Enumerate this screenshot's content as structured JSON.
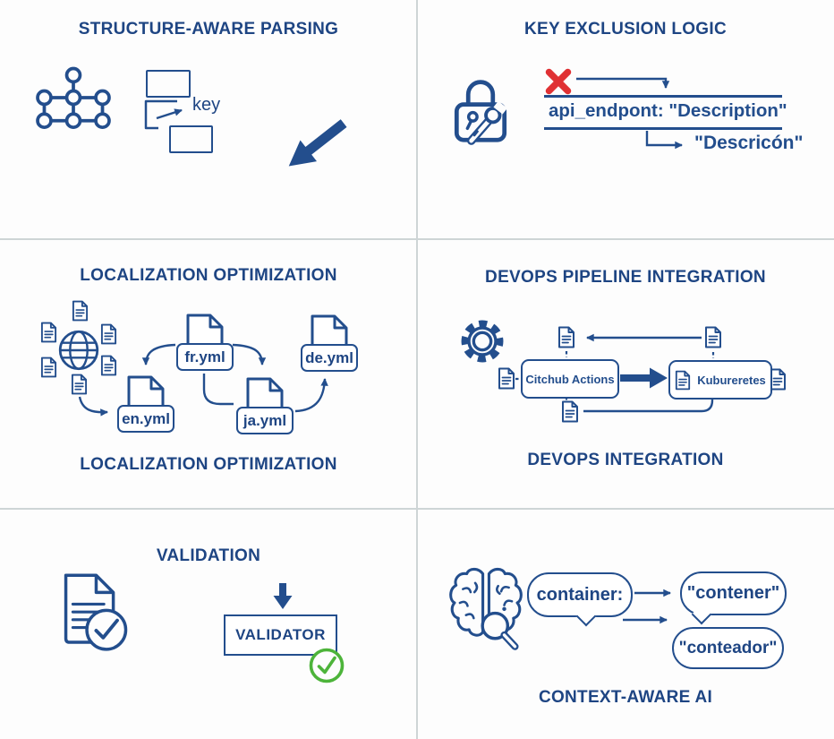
{
  "panels": {
    "parsing": {
      "title": "STRUCTURE-AWARE PARSING",
      "key_label": "key"
    },
    "exclusion": {
      "title": "KEY EXCLUSION LOGIC",
      "code_line": "api_endpont: \"Description\"",
      "translated": "\"Descricón\""
    },
    "localization": {
      "title": "LOCALIZATION OPTIMIZATION",
      "subtitle": "LOCALIZATION OPTIMIZATION",
      "files": {
        "fr": "fr.yml",
        "de": "de.yml",
        "en": "en.yml",
        "ja": "ja.yml"
      }
    },
    "devops": {
      "title": "DEVOPS PIPELINE INTEGRATION",
      "subtitle": "DEVOPS INTEGRATION",
      "left_box": "Citchub Actions",
      "right_box": "Kubureretes"
    },
    "validation": {
      "title": "VALIDATION",
      "validator_label": "VALIDATOR"
    },
    "context": {
      "title": "CONTEXT-AWARE AI",
      "source_term": "container:",
      "translation_a": "\"contener\"",
      "translation_b": "\"conteador\""
    }
  },
  "colors": {
    "navy": "#234e8d",
    "ink": "#1e4583",
    "red": "#e03134",
    "green": "#4db43a",
    "divider": "#ced5d6",
    "bg": "#fdfdfd"
  }
}
